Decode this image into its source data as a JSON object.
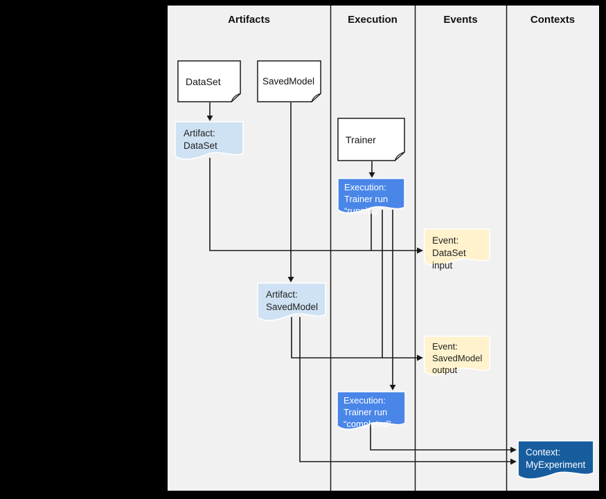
{
  "columns": [
    {
      "label": "Artifacts"
    },
    {
      "label": "Execution"
    },
    {
      "label": "Events"
    },
    {
      "label": "Contexts"
    }
  ],
  "nodes": {
    "dataset_card": {
      "lines": [
        "DataSet"
      ]
    },
    "savedmodel_card": {
      "lines": [
        "SavedModel"
      ]
    },
    "trainer_card": {
      "lines": [
        "Trainer"
      ]
    },
    "artifact_dataset": {
      "lines": [
        "Artifact:",
        "DataSet"
      ]
    },
    "execution_running": {
      "lines": [
        "Execution:",
        "Trainer run",
        "“running”"
      ]
    },
    "event_dataset_input": {
      "lines": [
        "Event:",
        "DataSet input"
      ]
    },
    "artifact_savedmodel": {
      "lines": [
        "Artifact:",
        "SavedModel"
      ]
    },
    "event_savedmodel_output": {
      "lines": [
        "Event:",
        "SavedModel",
        "output"
      ]
    },
    "execution_completed": {
      "lines": [
        "Execution:",
        "Trainer run",
        "“completed”"
      ]
    },
    "context_myexperiment": {
      "lines": [
        "Context:",
        "MyExperiment"
      ]
    }
  },
  "colors": {
    "canvas_bg": "#000000",
    "panel_bg": "#f1f1f1",
    "card_fill": "#ffffff",
    "card_stroke": "#1a1a1a",
    "artifact_fill": "#cfe2f3",
    "execution_fill": "#4a86e8",
    "event_fill": "#fff2cc",
    "context_fill": "#175d9e",
    "connector_color": "#1a1a1a",
    "dark_text": "#1f1f1f",
    "light_text": "#ffffff"
  }
}
